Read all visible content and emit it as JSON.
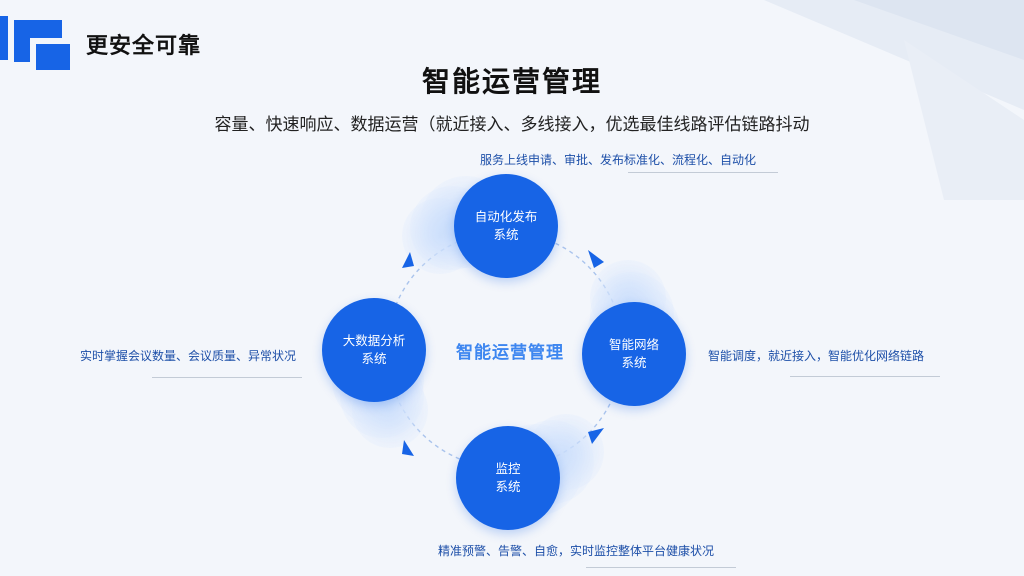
{
  "header": {
    "title": "更安全可靠"
  },
  "main": {
    "title": "智能运营管理",
    "subtitle": "容量、快速响应、数据运营（就近接入、多线接入，优选最佳线路评估链路抖动"
  },
  "diagram": {
    "center_label": "智能运营管理",
    "nodes": [
      {
        "line1": "自动化发布",
        "line2": "系统",
        "annotation": "服务上线申请、审批、发布标准化、流程化、自动化"
      },
      {
        "line1": "智能网络",
        "line2": "系统",
        "annotation": "智能调度，就近接入，智能优化网络链路"
      },
      {
        "line1": "监控",
        "line2": "系统",
        "annotation": "精准预警、告警、自愈，实时监控整体平台健康状况"
      },
      {
        "line1": "大数据分析",
        "line2": "系统",
        "annotation": "实时掌握会议数量、会议质量、异常状况"
      }
    ]
  },
  "colors": {
    "node": "#1764e6",
    "annotation": "#1d4fa8",
    "center": "#3d86f0"
  }
}
